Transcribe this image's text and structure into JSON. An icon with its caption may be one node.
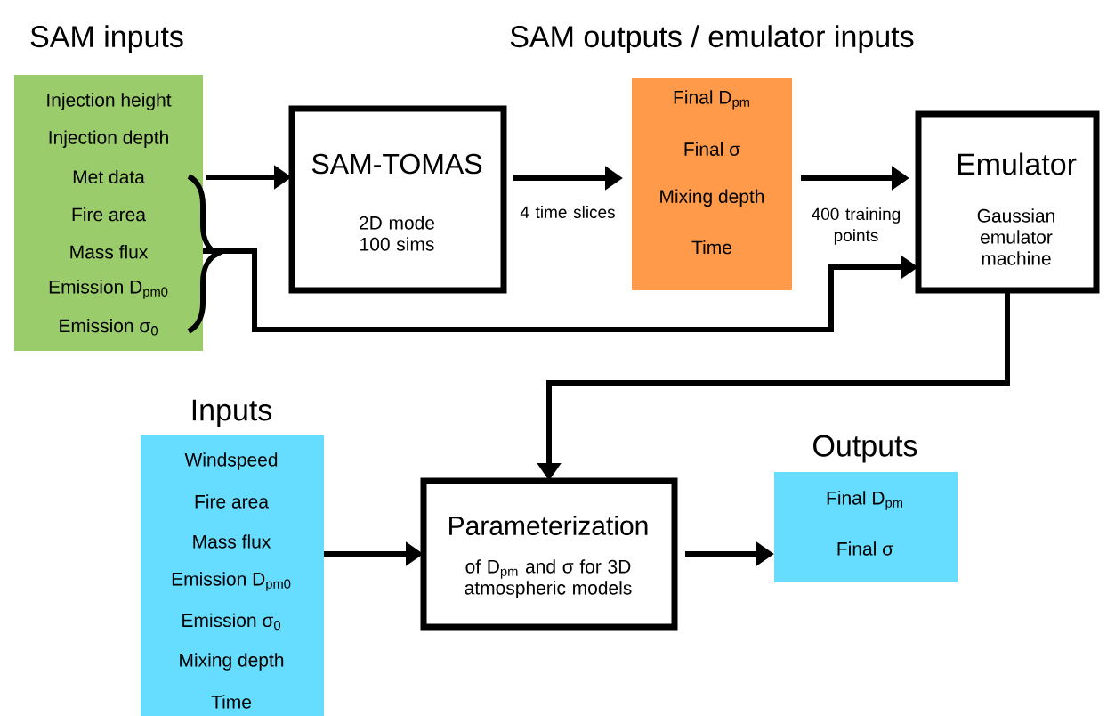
{
  "diagram": {
    "nodes": [
      {
        "text": [
          "SAM inputs",
          "Injection height",
          "Injection depth",
          "Met data",
          "Fire area",
          "Mass flux",
          "Emission D$_{pm0}$",
          "Emission σ$_{0}$"
        ]
      },
      {
        "text": [
          "SAM-TOMAS",
          "2D mode 100 sims"
        ]
      },
      {
        "text": [
          "Final D$_{pm}$",
          "Final σ",
          "Mixing depth",
          "Time"
        ]
      },
      {
        "text": [
          "Emulator",
          "Gaussian emulator machine"
        ]
      },
      {
        "text": [
          "Inputs",
          "Windspeed",
          "Fire area",
          "Mass flux",
          "Emission D$_{pm0}$",
          "Emission σ$_{0}$",
          "Mixing depth",
          "Time"
        ]
      },
      {
        "text": [
          "Parameterization",
          "of D$_{pm}$ and σ for 3D atmospheric models"
        ]
      },
      {
        "text": [
          "Outputs",
          "Final D$_{pm}$",
          "Final σ"
        ]
      }
    ],
    "edges": [
      {
        "from": 0,
        "to": 1,
        "arrow": "to"
      },
      {
        "from": 1,
        "to": 2,
        "arrow": "to",
        "label": "4 time slices"
      },
      {
        "from": 2,
        "to": 3,
        "arrow": "to",
        "label": "400 training points"
      },
      {
        "from": 0,
        "to": 3,
        "arrow": "to"
      },
      {
        "from": 3,
        "to": 5,
        "arrow": "to"
      },
      {
        "from": 4,
        "to": 5,
        "arrow": "to"
      },
      {
        "from": 5,
        "to": 6,
        "arrow": "to"
      }
    ],
    "labels": [
      "SAM outputs / emulator inputs"
    ]
  }
}
